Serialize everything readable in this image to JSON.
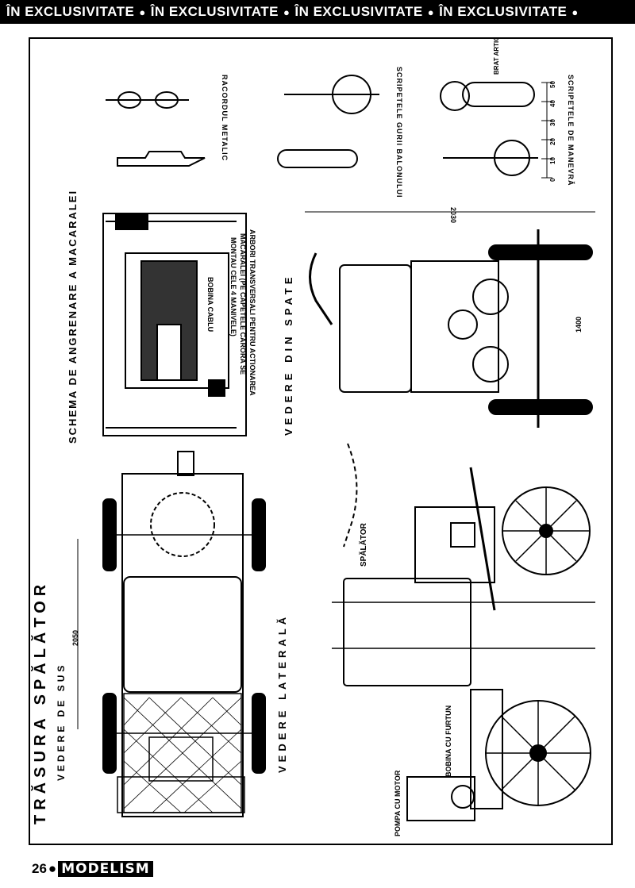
{
  "banner": {
    "segments": [
      "ÎN EXCLUSIVITATE",
      "ÎN EXCLUSIVITATE",
      "ÎN EXCLUSIVITATE",
      "ÎN EXCLUSIVITATE"
    ]
  },
  "drawing": {
    "title": "TRĂSURA SPĂLĂTOR",
    "view_top": "VEDERE DE SUS",
    "view_side": "VEDERE LATERALĂ",
    "view_back": "VEDERE DIN SPATE",
    "gear_scheme": "SCHEMA DE ANGRENARE A MACARALEI",
    "bobina_cablu": "BOBINA CABLU",
    "arbori_note": [
      "ARBORI TRANSVERSALI PENTRU ACTIONAREA",
      "MACARALEI (PE CAPETELE CARORA SE",
      "MONTAU CELE 4 MANIVELE)"
    ],
    "racordul": "RACORDUL METALIC",
    "scripetele_balon": "SCRIPETELE GURII BALONULUI",
    "scripetele_manevra": "SCRIPETELE DE MANEVRĂ",
    "brat_articulat": "BRAT ARTICULAT",
    "spalator": "SPĂLĂTOR",
    "bobina_furtun": "BOBINA CU FURTUN",
    "pompa_motor": "POMPA CU MOTOR",
    "dim_2030": "2030",
    "dim_1400": "1400",
    "dim_2050": "2050",
    "scale_ticks": [
      "0",
      "10",
      "20",
      "30",
      "40",
      "50"
    ]
  },
  "footer": {
    "page": "26",
    "magazine": "MODELISM"
  }
}
